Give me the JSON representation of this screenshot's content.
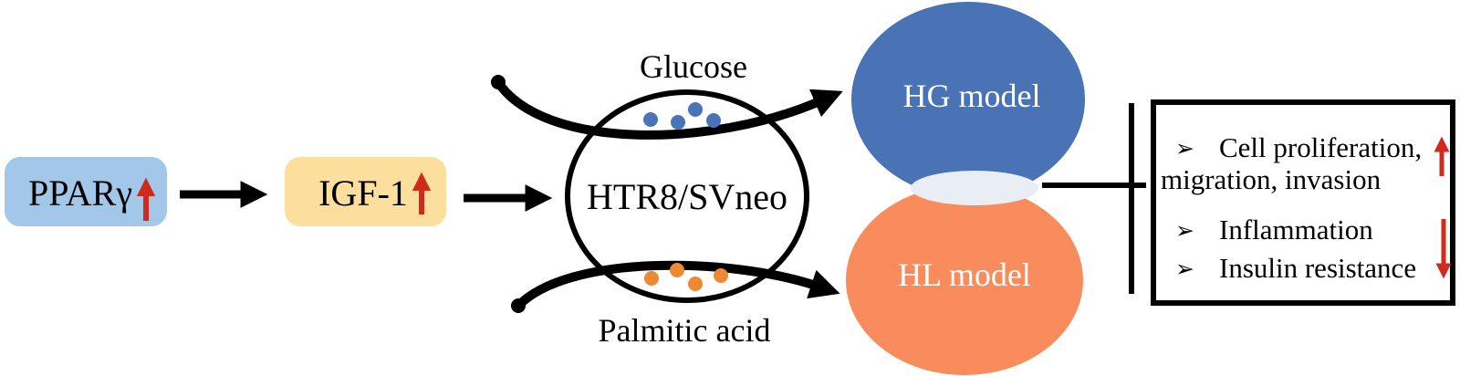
{
  "figure": {
    "type": "pathway-diagram",
    "nodes": {
      "ppar": {
        "label": "PPARγ",
        "fill": "#a2c7e8",
        "direction": "up"
      },
      "igf1": {
        "label": "IGF-1",
        "fill": "#fcdf9d",
        "direction": "up"
      },
      "cell": {
        "label": "HTR8/SVneo"
      },
      "hg_model": {
        "label": "HG model",
        "fill": "#4a73b5"
      },
      "hl_model": {
        "label": "HL model",
        "fill": "#f98c5c"
      }
    },
    "treatments": {
      "glucose": {
        "label": "Glucose",
        "text_color": "#4a74c4",
        "dot_color": "#4a74b8",
        "dot_count": 4
      },
      "palmitic": {
        "label": "Palmitic acid",
        "text_color": "#f4845c",
        "dot_color": "#ee8833",
        "dot_count": 4
      }
    },
    "outcomes": {
      "bullet": "➢",
      "item1_line1": "Cell proliferation,",
      "item1_line2": "migration, invasion",
      "item1_direction": "up",
      "item2": "Inflammation",
      "item3": "Insulin resistance",
      "item2_3_direction": "down"
    },
    "colors": {
      "black": "#000000",
      "red": "#cf2a1b",
      "lens": "#e9eef4",
      "white_text": "#ffffff"
    }
  }
}
